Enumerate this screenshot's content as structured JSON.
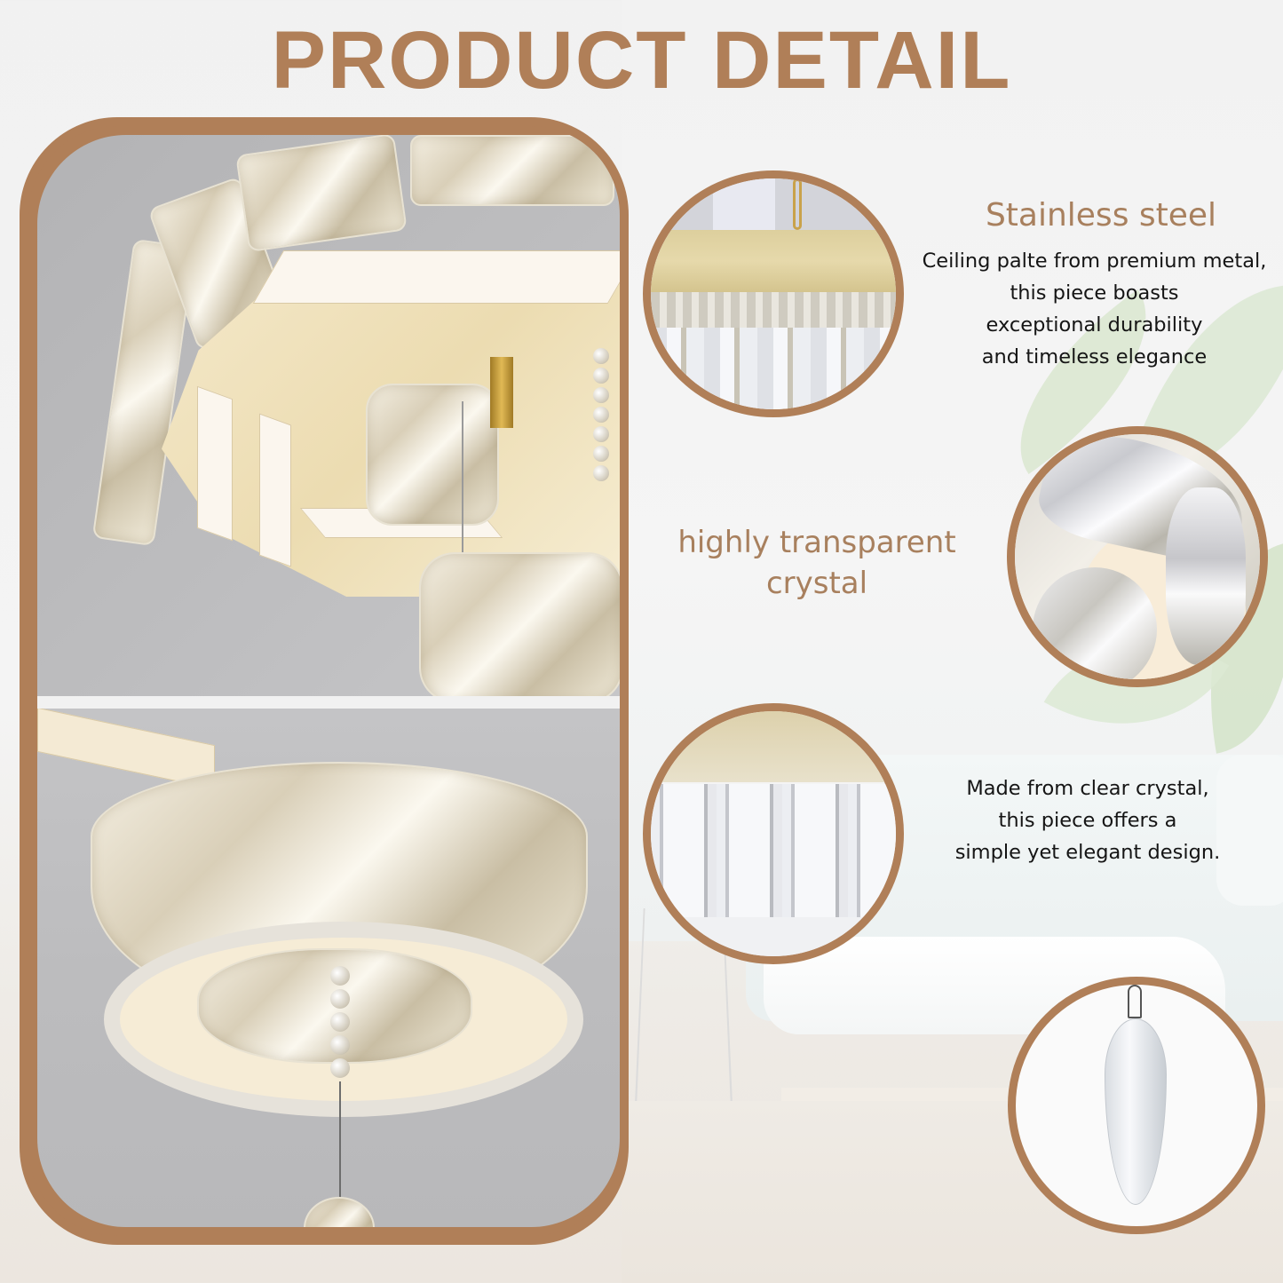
{
  "title": "PRODUCT DETAIL",
  "colors": {
    "accent": "#b07f58",
    "heading_text": "#a8805e",
    "body_text": "#151515",
    "background": "#f2f2f2"
  },
  "features": [
    {
      "heading": "Stainless steel",
      "description_lines": [
        "Ceiling palte from premium metal,",
        "this piece boasts",
        "exceptional durability",
        "and timeless elegance"
      ]
    },
    {
      "heading_lines": [
        "highly transparent",
        "crystal"
      ]
    },
    {
      "description_lines": [
        "Made from clear crystal,",
        "this piece offers a",
        "simple yet elegant design."
      ]
    }
  ],
  "images": {
    "main_panel_top": "chandelier-underside-gold-plate-crystals",
    "main_panel_bottom": "chandelier-lower-crystal-ring-with-pendant",
    "detail_circles": [
      "stainless-steel-ceiling-plate-closeup",
      "transparent-crystal-closeup",
      "clear-rectangular-crystals-closeup",
      "teardrop-crystal-pendant"
    ]
  }
}
